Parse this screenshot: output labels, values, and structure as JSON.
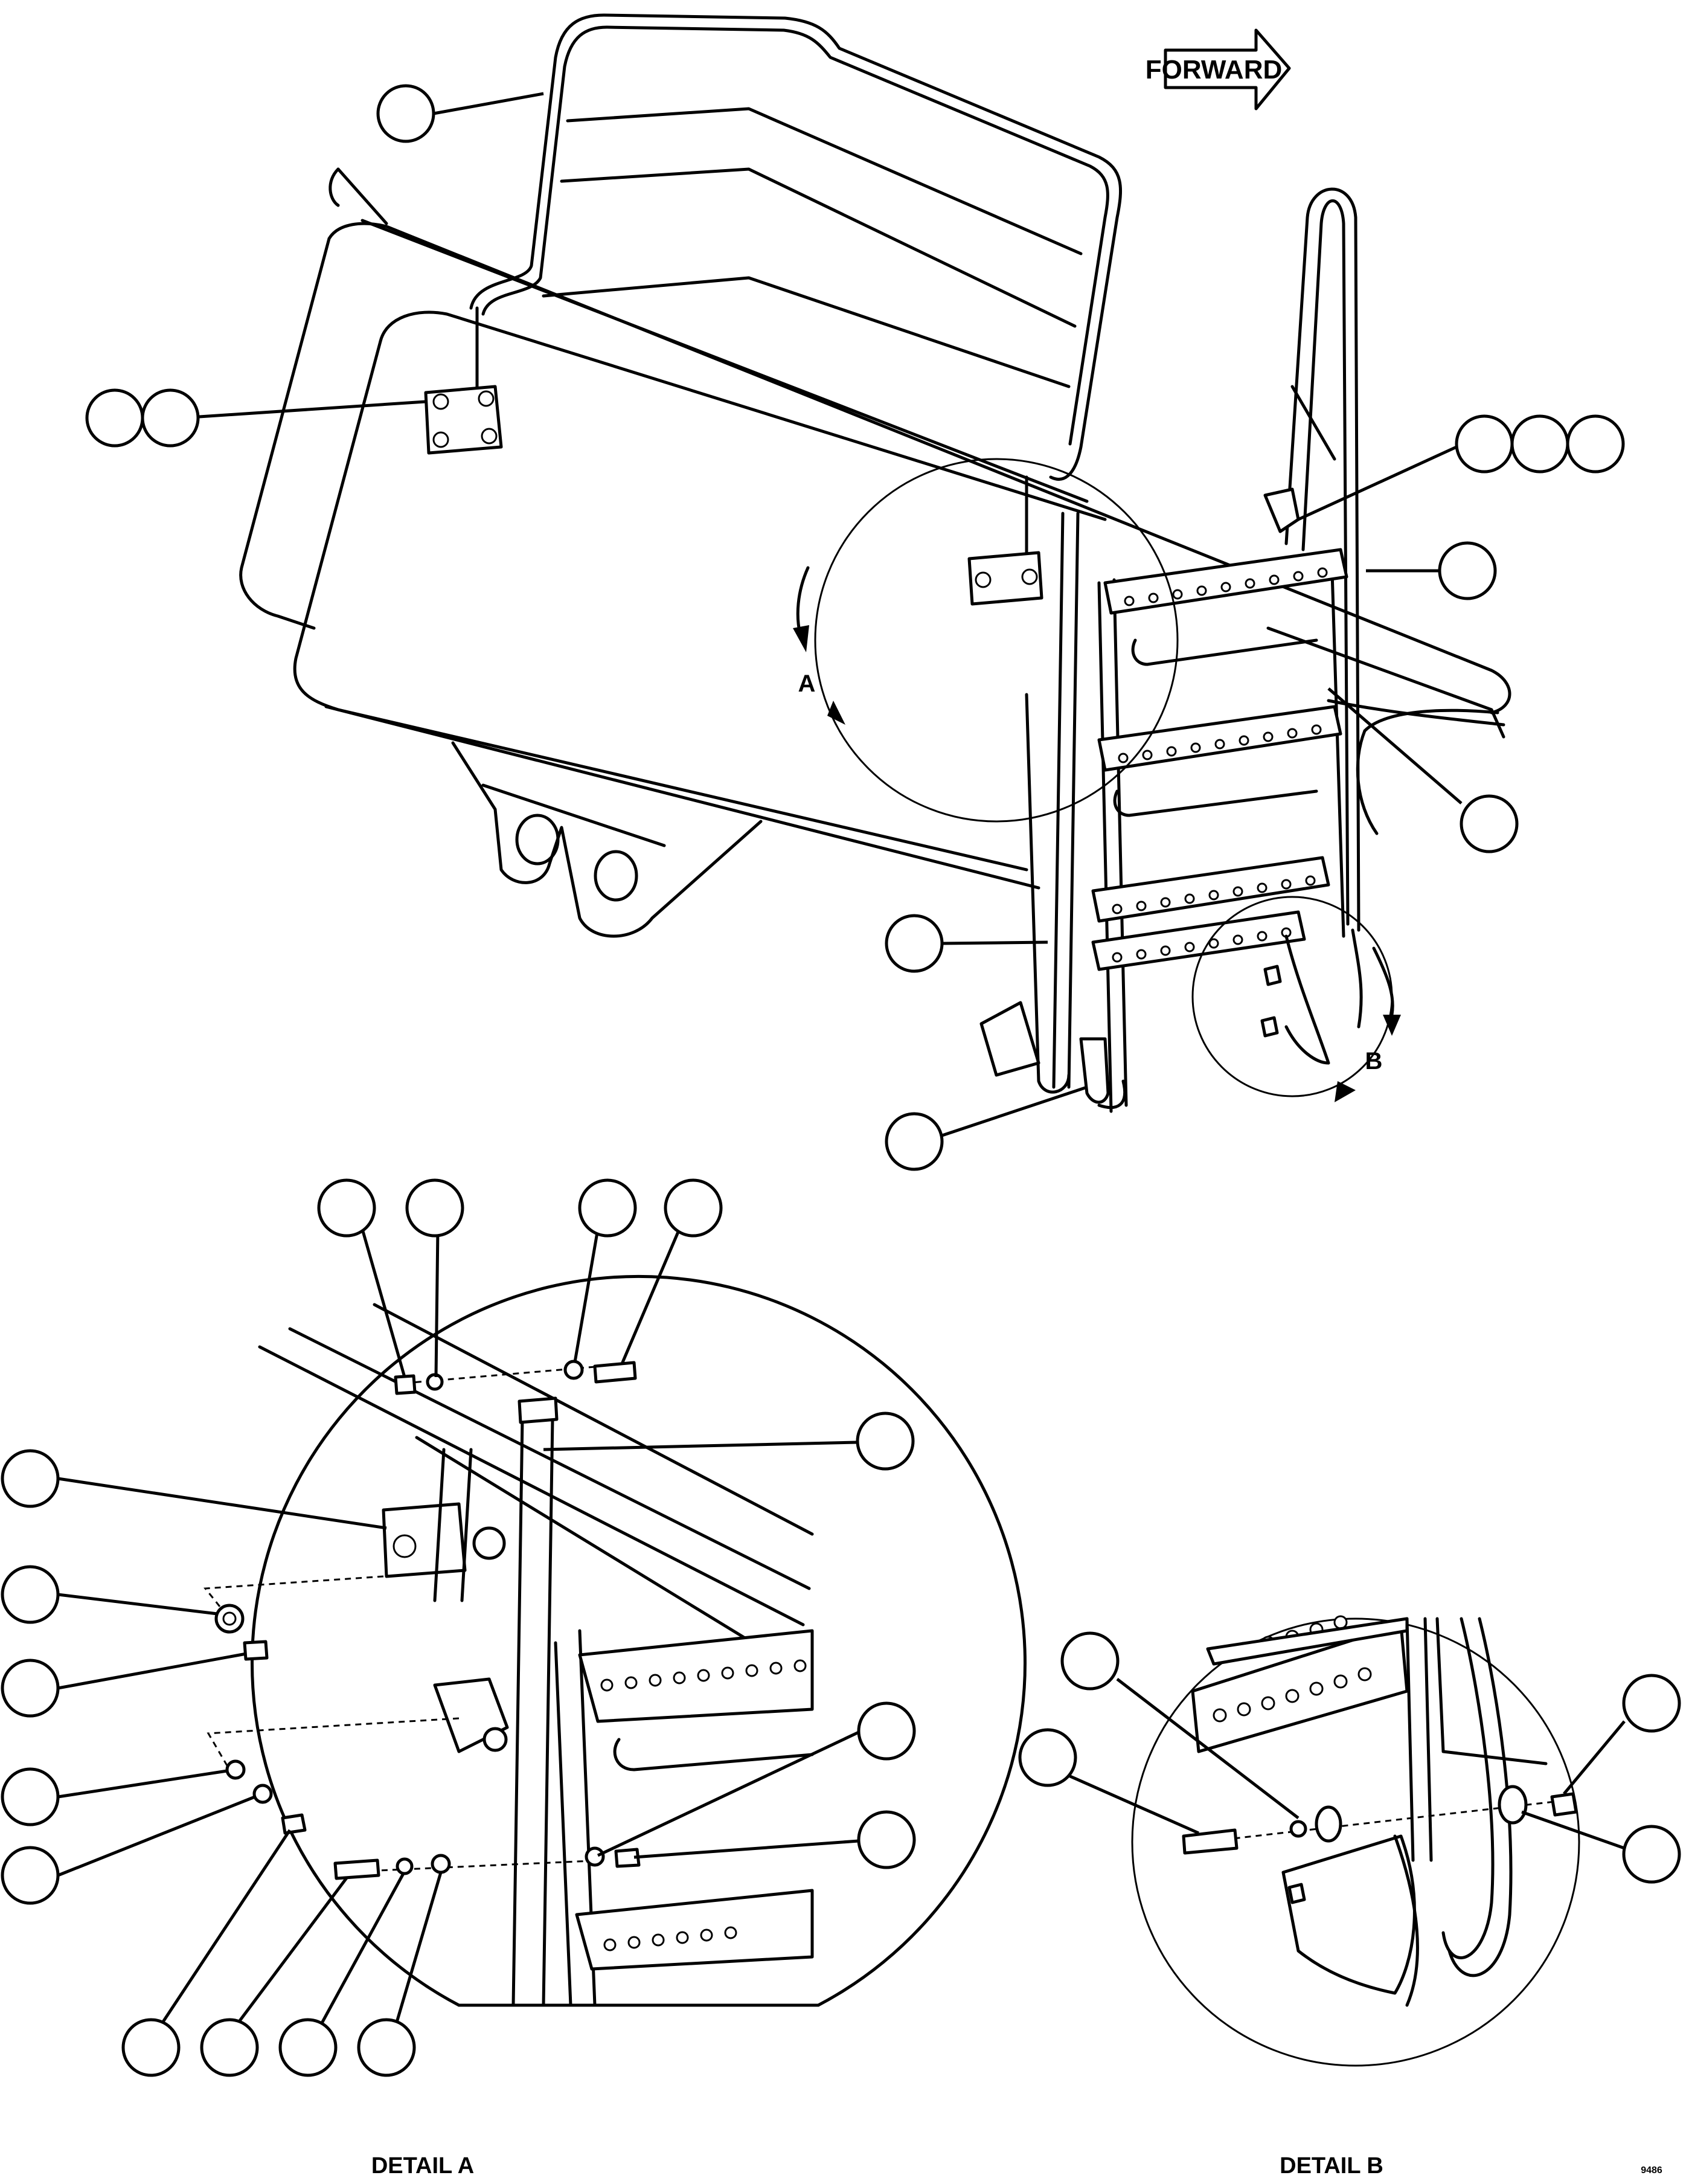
{
  "diagram": {
    "forward_label": "FORWARD",
    "detail_a_label": "DETAIL A",
    "detail_b_label": "DETAIL B",
    "callout_a_letter": "A",
    "callout_b_letter": "B",
    "document_id": "9486"
  }
}
